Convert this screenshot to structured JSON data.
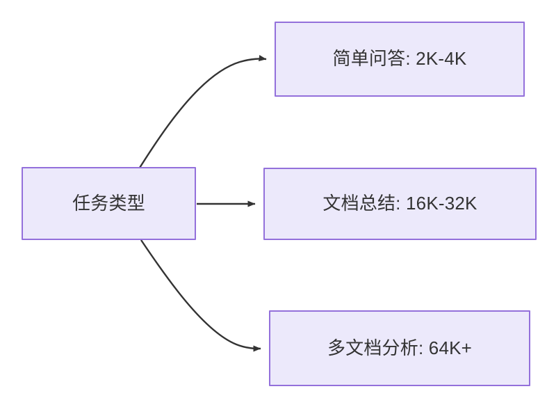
{
  "diagram": {
    "type": "flowchart",
    "direction": "left-to-right",
    "background_color": "#ffffff",
    "node_fill_color": "#ece9fb",
    "node_border_color": "#9370db",
    "node_text_color": "#333333",
    "edge_color": "#333333",
    "root": {
      "id": "task-type",
      "label": "任务类型"
    },
    "branches": [
      {
        "id": "simple-qa",
        "label": "简单问答: 2K-4K",
        "edge_style": "curved-up",
        "arrow": "filled-triangle"
      },
      {
        "id": "doc-summary",
        "label": "文档总结: 16K-32K",
        "edge_style": "straight",
        "arrow": "filled-triangle"
      },
      {
        "id": "multi-doc-analysis",
        "label": "多文档分析: 64K+",
        "edge_style": "curved-down",
        "arrow": "filled-triangle"
      }
    ]
  }
}
